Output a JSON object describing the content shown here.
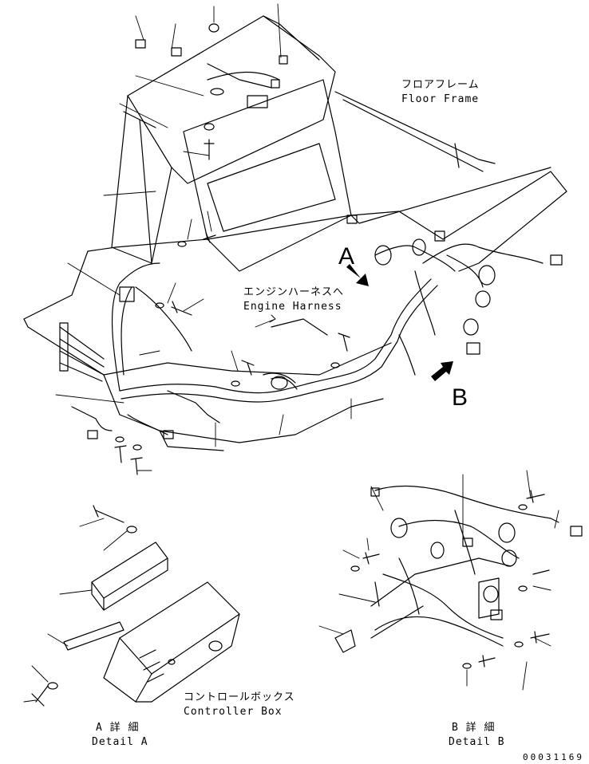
{
  "labels": {
    "floor_frame_jp": "フロアフレーム",
    "floor_frame_en": "Floor Frame",
    "engine_harness_jp": "エンジンハーネスへ",
    "engine_harness_en": "Engine Harness",
    "controller_box_jp": "コントロールボックス",
    "controller_box_en": "Controller Box",
    "view_a": "A",
    "view_b": "B",
    "detail_a_jp": "A 詳 細",
    "detail_a_en": "Detail A",
    "detail_b_jp": "B 詳 細",
    "detail_b_en": "Detail B",
    "drawing_number": "00031169"
  },
  "colors": {
    "ink": "#000000",
    "paper": "#ffffff"
  }
}
